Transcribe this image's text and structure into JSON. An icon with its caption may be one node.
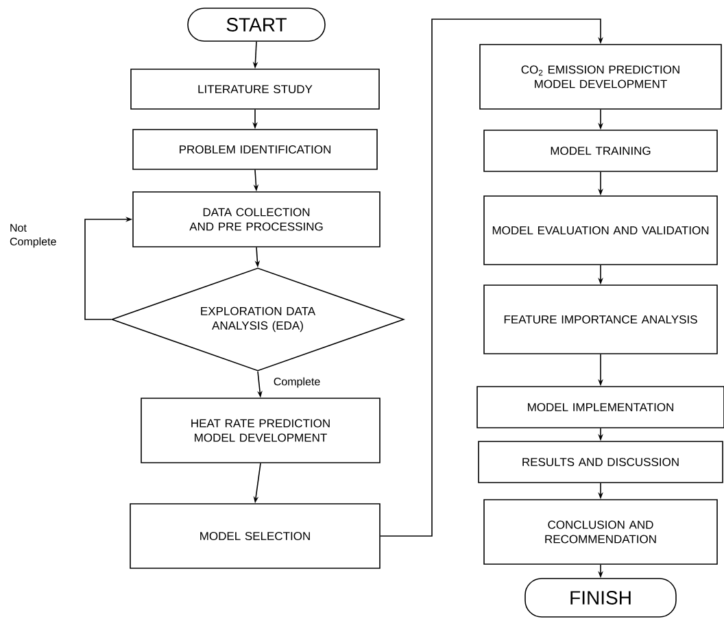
{
  "diagram": {
    "nodes": [
      {
        "text": [
          "START"
        ]
      },
      {
        "text": [
          "LITERATURE STUDY"
        ]
      },
      {
        "text": [
          "PROBLEM IDENTIFICATION"
        ]
      },
      {
        "text": [
          "DATA COLLECTION AND PRE PROCESSING"
        ]
      },
      {
        "text": [
          "EXPLORATION DATA ANALYSIS (EDA)"
        ]
      },
      {
        "text": [
          "HEAT RATE PREDICTION MODEL DEVELOPMENT"
        ]
      },
      {
        "text": [
          "MODEL SELECTION"
        ]
      },
      {
        "text": [
          "CO$_{2}$ EMISSION PREDICTION MODEL DEVELOPMENT"
        ]
      },
      {
        "text": [
          "MODEL TRAINING"
        ]
      },
      {
        "text": [
          "MODEL EVALUATION AND VALIDATION"
        ]
      },
      {
        "text": [
          "FEATURE IMPORTANCE ANALYSIS"
        ]
      },
      {
        "text": [
          "MODEL IMPLEMENTATION"
        ]
      },
      {
        "text": [
          "RESULTS AND DISCUSSION"
        ]
      },
      {
        "text": [
          "CONCLUSION AND RECOMMENDATION"
        ]
      },
      {
        "text": [
          "FINISH"
        ]
      }
    ],
    "edges": [
      {
        "from": 0,
        "to": 1,
        "arrow": "to"
      },
      {
        "from": 1,
        "to": 2,
        "arrow": "to"
      },
      {
        "from": 2,
        "to": 3,
        "arrow": "to"
      },
      {
        "from": 3,
        "to": 4,
        "arrow": "to"
      },
      {
        "from": 4,
        "to": 3,
        "arrow": "to",
        "label": "Not Complete"
      },
      {
        "from": 4,
        "to": 5,
        "arrow": "to",
        "label": "Complete"
      },
      {
        "from": 5,
        "to": 6,
        "arrow": "to"
      },
      {
        "from": 6,
        "to": 7,
        "arrow": "to"
      },
      {
        "from": 7,
        "to": 8,
        "arrow": "to"
      },
      {
        "from": 8,
        "to": 9,
        "arrow": "to"
      },
      {
        "from": 9,
        "to": 10,
        "arrow": "to"
      },
      {
        "from": 10,
        "to": 11,
        "arrow": "to"
      },
      {
        "from": 11,
        "to": 12,
        "arrow": "to"
      },
      {
        "from": 12,
        "to": 13,
        "arrow": "to"
      },
      {
        "from": 13,
        "to": 14,
        "arrow": "to"
      }
    ]
  }
}
